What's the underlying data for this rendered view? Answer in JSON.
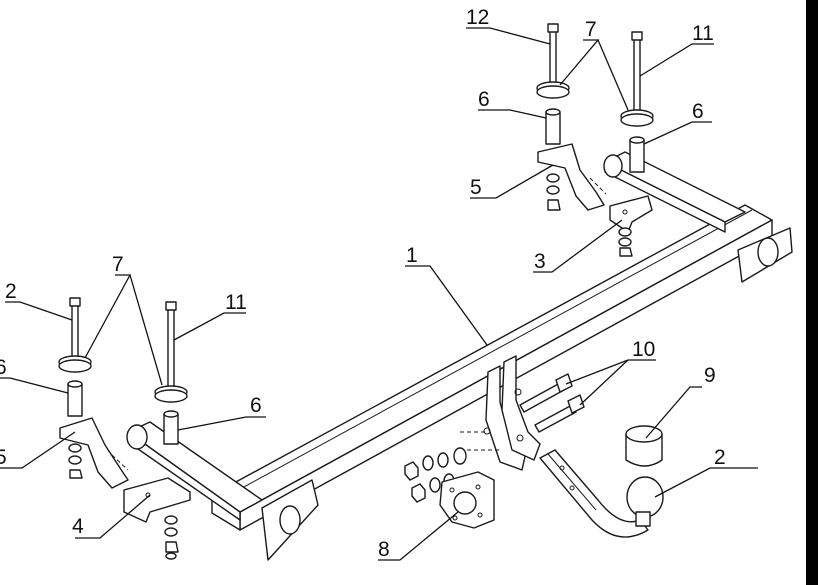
{
  "diagram": {
    "callouts": [
      {
        "id": "c1",
        "text": "1"
      },
      {
        "id": "c2",
        "text": "2"
      },
      {
        "id": "c3",
        "text": "3"
      },
      {
        "id": "c4",
        "text": "4"
      },
      {
        "id": "c5a",
        "text": "5"
      },
      {
        "id": "c5b",
        "text": "5"
      },
      {
        "id": "c6a",
        "text": "6"
      },
      {
        "id": "c6b",
        "text": "6"
      },
      {
        "id": "c6c",
        "text": "6"
      },
      {
        "id": "c7a",
        "text": "7"
      },
      {
        "id": "c7b",
        "text": "7"
      },
      {
        "id": "c8",
        "text": "8"
      },
      {
        "id": "c9",
        "text": "9"
      },
      {
        "id": "c10",
        "text": "10"
      },
      {
        "id": "c11a",
        "text": "11"
      },
      {
        "id": "c11b",
        "text": "11"
      },
      {
        "id": "c12a",
        "text": "12"
      },
      {
        "id": "c12b",
        "text": "2"
      }
    ]
  }
}
